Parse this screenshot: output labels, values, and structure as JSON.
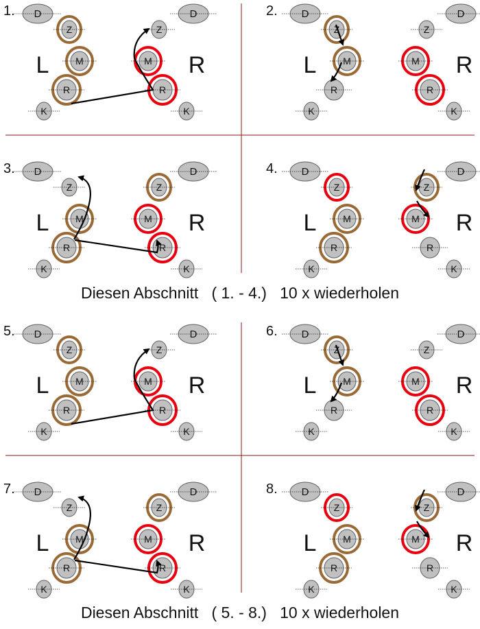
{
  "colors": {
    "held": "#9a6a36",
    "active": "#e8000f",
    "separator": "#8b1a1a"
  },
  "side_labels": [
    "L",
    "R"
  ],
  "block_labels": {
    "D": "D",
    "Z": "Z",
    "M": "M",
    "R": "R",
    "K": "K"
  },
  "captions": [
    "Diesen Abschnitt   ( 1. - 4.)   10 x wiederholen",
    "Diesen Abschnitt   ( 5. - 8.)   10 x wiederholen"
  ],
  "panels": [
    {
      "label": "1.",
      "brown": [
        "L.Z",
        "L.M",
        "L.R"
      ],
      "red": [
        "R.M",
        "R.R"
      ],
      "arrow": "p1"
    },
    {
      "label": "2.",
      "brown": [
        "L.Z",
        "L.M"
      ],
      "red": [
        "R.M",
        "R.R"
      ],
      "arrow": "p2"
    },
    {
      "label": "3.",
      "brown": [
        "L.M",
        "L.R",
        "R.Z"
      ],
      "red": [
        "R.M",
        "R.R"
      ],
      "arrow": "p3"
    },
    {
      "label": "4.",
      "brown": [
        "L.M",
        "L.R",
        "R.Z"
      ],
      "red": [
        "L.Z",
        "R.M"
      ],
      "arrow": "p4"
    },
    {
      "label": "5.",
      "brown": [
        "L.Z",
        "L.M",
        "L.R"
      ],
      "red": [
        "R.M",
        "R.R"
      ],
      "arrow": "p1"
    },
    {
      "label": "6.",
      "brown": [
        "L.Z",
        "L.M"
      ],
      "red": [
        "R.M",
        "R.R"
      ],
      "arrow": "p2"
    },
    {
      "label": "7.",
      "brown": [
        "L.M",
        "L.R",
        "R.Z"
      ],
      "red": [
        "R.M",
        "R.R"
      ],
      "arrow": "p3"
    },
    {
      "label": "8.",
      "brown": [
        "L.M",
        "L.R",
        "R.Z"
      ],
      "red": [
        "L.Z",
        "R.M"
      ],
      "arrow": "p4"
    }
  ]
}
